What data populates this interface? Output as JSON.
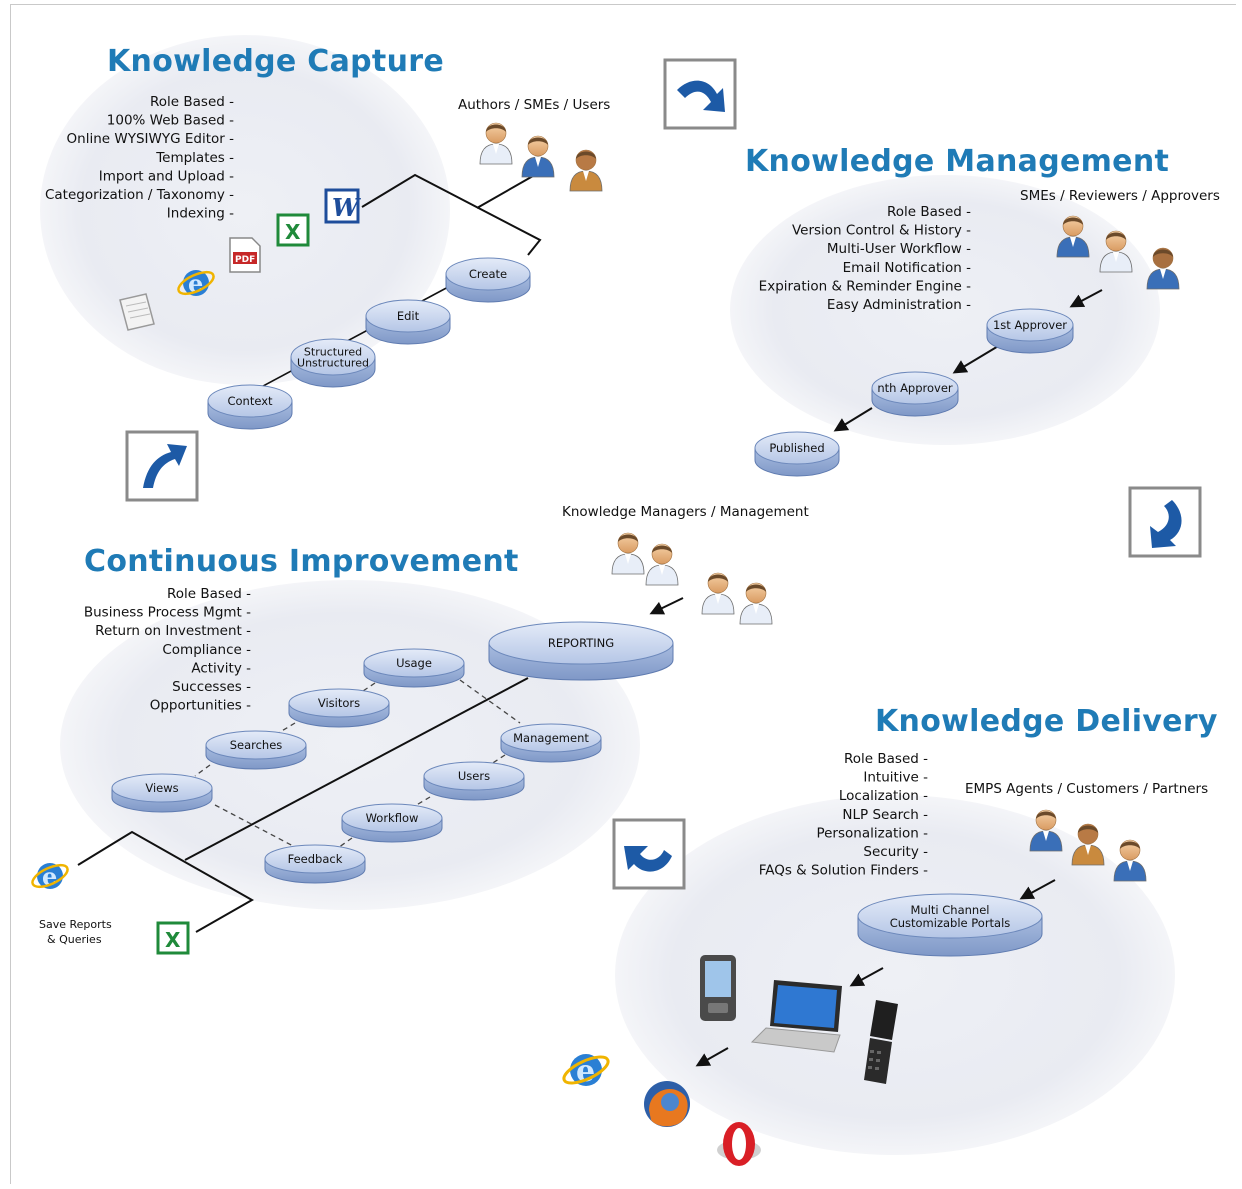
{
  "sections": {
    "capture": {
      "title": "Knowledge Capture",
      "users": "Authors / SMEs / Users",
      "features": [
        "Role Based -",
        "100% Web Based -",
        "Online WYSIWYG Editor -",
        "Templates -",
        "Import and Upload -",
        "Categorization / Taxonomy -",
        "Indexing -"
      ],
      "steps": [
        [
          "Create"
        ],
        [
          "Edit"
        ],
        [
          "Structured",
          "Unstructured"
        ],
        [
          "Context"
        ]
      ]
    },
    "management": {
      "title": "Knowledge Management",
      "users": "SMEs / Reviewers / Approvers",
      "features": [
        "Role Based -",
        "Version Control & History -",
        "Multi-User Workflow -",
        "Email Notification -",
        "Expiration & Reminder Engine -",
        "Easy Administration -"
      ],
      "steps": [
        [
          "1st Approver"
        ],
        [
          "nth Approver"
        ],
        [
          "Published"
        ]
      ]
    },
    "improvement": {
      "title": "Continuous Improvement",
      "users": "Knowledge Managers / Management",
      "features": [
        "Role Based -",
        "Business Process Mgmt -",
        "Return on Investment -",
        "Compliance -",
        "Activity -",
        "Successes -",
        "Opportunities -"
      ],
      "hub": "REPORTING",
      "nodes": [
        "Usage",
        "Visitors",
        "Searches",
        "Views",
        "Management",
        "Users",
        "Workflow",
        "Feedback"
      ],
      "save_label": [
        "Save Reports",
        "& Queries"
      ]
    },
    "delivery": {
      "title": "Knowledge Delivery",
      "users": "EMPS Agents / Customers / Partners",
      "features": [
        "Role Based -",
        "Intuitive -",
        "Localization -",
        "NLP Search -",
        "Personalization -",
        "Security -",
        "FAQs & Solution Finders -"
      ],
      "hub": [
        "Multi Channel",
        "Customizable Portals"
      ]
    }
  },
  "icons": [
    "word-icon",
    "excel-icon",
    "pdf-icon",
    "internet-explorer-icon",
    "notepad-icon",
    "firefox-icon",
    "opera-icon",
    "pda-icon",
    "laptop-icon",
    "flip-phone-icon",
    "user-icon",
    "cycle-arrow-icon"
  ],
  "colors": {
    "title": "#1f7bb6",
    "arrow": "#1d5aa6",
    "ellipse_bg": "#ebedf3",
    "disc_top": "#c5d3ec",
    "disc_side": "#8ea6d2"
  }
}
